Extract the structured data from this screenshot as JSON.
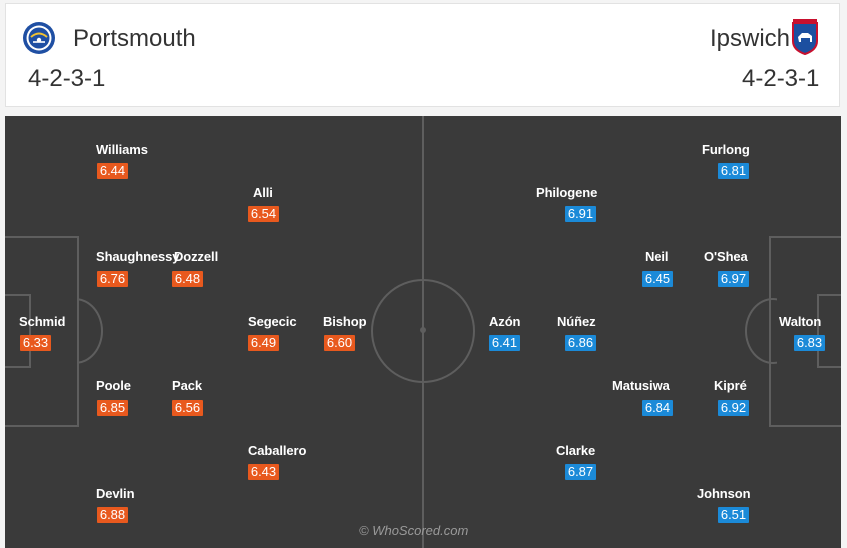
{
  "header": {
    "home": {
      "name": "Portsmouth",
      "formation": "4-2-3-1",
      "crest_icon": "portsmouth-crest-icon"
    },
    "away": {
      "name": "Ipswich",
      "formation": "4-2-3-1",
      "crest_icon": "ipswich-crest-icon"
    }
  },
  "colors": {
    "home_rating": "#e8591e",
    "away_rating": "#1b8ad8",
    "pitch": "#3a3a3a"
  },
  "home_players": [
    {
      "name": "Williams",
      "rating": "6.44"
    },
    {
      "name": "Alli",
      "rating": "6.54"
    },
    {
      "name": "Shaughnessy",
      "rating": "6.76"
    },
    {
      "name": "Dozzell",
      "rating": "6.48"
    },
    {
      "name": "Schmid",
      "rating": "6.33"
    },
    {
      "name": "Segecic",
      "rating": "6.49"
    },
    {
      "name": "Bishop",
      "rating": "6.60"
    },
    {
      "name": "Poole",
      "rating": "6.85"
    },
    {
      "name": "Pack",
      "rating": "6.56"
    },
    {
      "name": "Caballero",
      "rating": "6.43"
    },
    {
      "name": "Devlin",
      "rating": "6.88"
    }
  ],
  "away_players": [
    {
      "name": "Furlong",
      "rating": "6.81"
    },
    {
      "name": "Philogene",
      "rating": "6.91"
    },
    {
      "name": "Neil",
      "rating": "6.45"
    },
    {
      "name": "O'Shea",
      "rating": "6.97"
    },
    {
      "name": "Azón",
      "rating": "6.41"
    },
    {
      "name": "Núñez",
      "rating": "6.86"
    },
    {
      "name": "Walton",
      "rating": "6.83"
    },
    {
      "name": "Matusiwa",
      "rating": "6.84"
    },
    {
      "name": "Kipré",
      "rating": "6.92"
    },
    {
      "name": "Clarke",
      "rating": "6.87"
    },
    {
      "name": "Johnson",
      "rating": "6.51"
    }
  ],
  "watermark": "© WhoScored.com"
}
